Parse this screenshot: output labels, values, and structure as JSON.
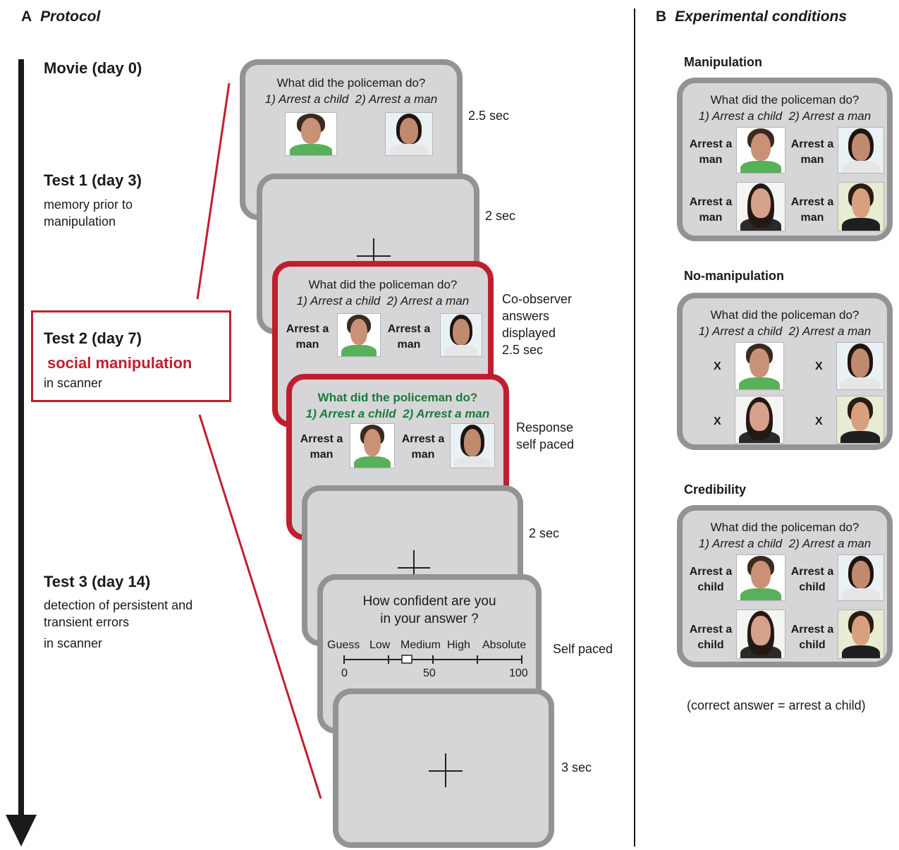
{
  "panel_a": {
    "letter": "A",
    "title": "Protocol"
  },
  "panel_b": {
    "letter": "B",
    "title": "Experimental conditions"
  },
  "stages": {
    "movie": {
      "title": "Movie (day 0)"
    },
    "test1": {
      "title": "Test 1 (day 3)",
      "note_line1": "memory prior to",
      "note_line2": "manipulation"
    },
    "test2": {
      "title": "Test 2 (day 7)",
      "highlight": "social manipulation",
      "note": "in scanner"
    },
    "test3": {
      "title": "Test 3 (day 14)",
      "note_line1": "detection of persistent and",
      "note_line2": "transient errors",
      "note_line3": "in scanner"
    }
  },
  "question": {
    "text": "What did the policeman do?",
    "option1": "1) Arrest a child",
    "option2": "2) Arrest a man"
  },
  "labels": {
    "arrest_a": "Arrest a",
    "man": "man",
    "child": "child",
    "x": "X"
  },
  "timings": {
    "question": "2.5 sec",
    "fixation1": "2 sec",
    "coobserver_line1": "Co-observer",
    "coobserver_line2": "answers",
    "coobserver_line3": "displayed",
    "coobserver_line4": "2.5 sec",
    "response_line1": "Response",
    "response_line2": "self paced",
    "fixation2": "2 sec",
    "confidence": "Self paced",
    "fixation3": "3 sec"
  },
  "confidence": {
    "line1": "How confident are you",
    "line2": "in your answer ?",
    "scale_labels": [
      "Guess",
      "Low",
      "Medium",
      "High",
      "Absolute"
    ],
    "tick_values": [
      "0",
      "50",
      "100"
    ]
  },
  "conditions": {
    "manipulation": "Manipulation",
    "no_manipulation": "No-manipulation",
    "credibility": "Credibility",
    "footnote": "(correct answer = arrest a child)"
  },
  "colors": {
    "accent_red": "#c01e2e",
    "response_green": "#1b7a3b",
    "screen_fill": "#d6d6d8",
    "screen_border": "#939393"
  }
}
